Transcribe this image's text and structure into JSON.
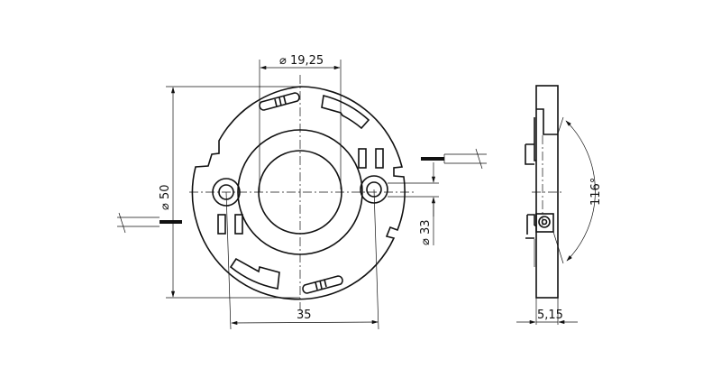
{
  "drawing": {
    "dim_diameter_inner": "⌀ 19,25",
    "dim_diameter_outer": "⌀ 50",
    "dim_diameter_holes": "⌀ 33",
    "dim_hole_spacing": "35",
    "dim_thickness": "5,15",
    "dim_angle": "116°"
  }
}
